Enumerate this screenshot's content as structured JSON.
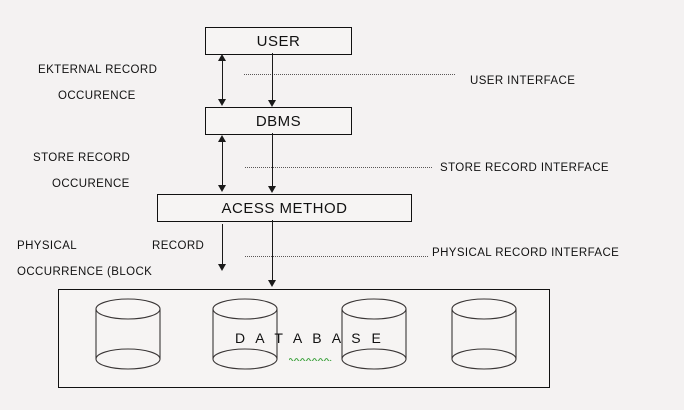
{
  "diagram": {
    "title": "Three-level database architecture",
    "background_color": "#f4f2f2",
    "line_color": "#1a1a1a",
    "boxes": [
      {
        "id": "user",
        "label": "USER"
      },
      {
        "id": "dbms",
        "label": "DBMS"
      },
      {
        "id": "access",
        "label": "ACESS METHOD"
      }
    ],
    "left_labels": [
      {
        "id": "l1a",
        "text": "EKTERNAL RECORD"
      },
      {
        "id": "l1b",
        "text": "OCCURENCE"
      },
      {
        "id": "l2a",
        "text": "STORE RECORD"
      },
      {
        "id": "l2b",
        "text": "OCCURENCE"
      },
      {
        "id": "l3a",
        "text": "PHYSICAL"
      },
      {
        "id": "l3a2",
        "text": "RECORD"
      },
      {
        "id": "l3b",
        "text": "OCCURRENCE (BLOCK"
      }
    ],
    "interface_labels": [
      {
        "id": "if1",
        "text": "USER INTERFACE"
      },
      {
        "id": "if2",
        "text": "STORE RECORD INTERFACE"
      },
      {
        "id": "if3",
        "text": "PHYSICAL RECORD INTERFACE"
      }
    ],
    "database": {
      "label": "D A T A  B A S E",
      "cylinder_count": 4,
      "spellcheck_underline_color": "#3fa33f"
    }
  }
}
